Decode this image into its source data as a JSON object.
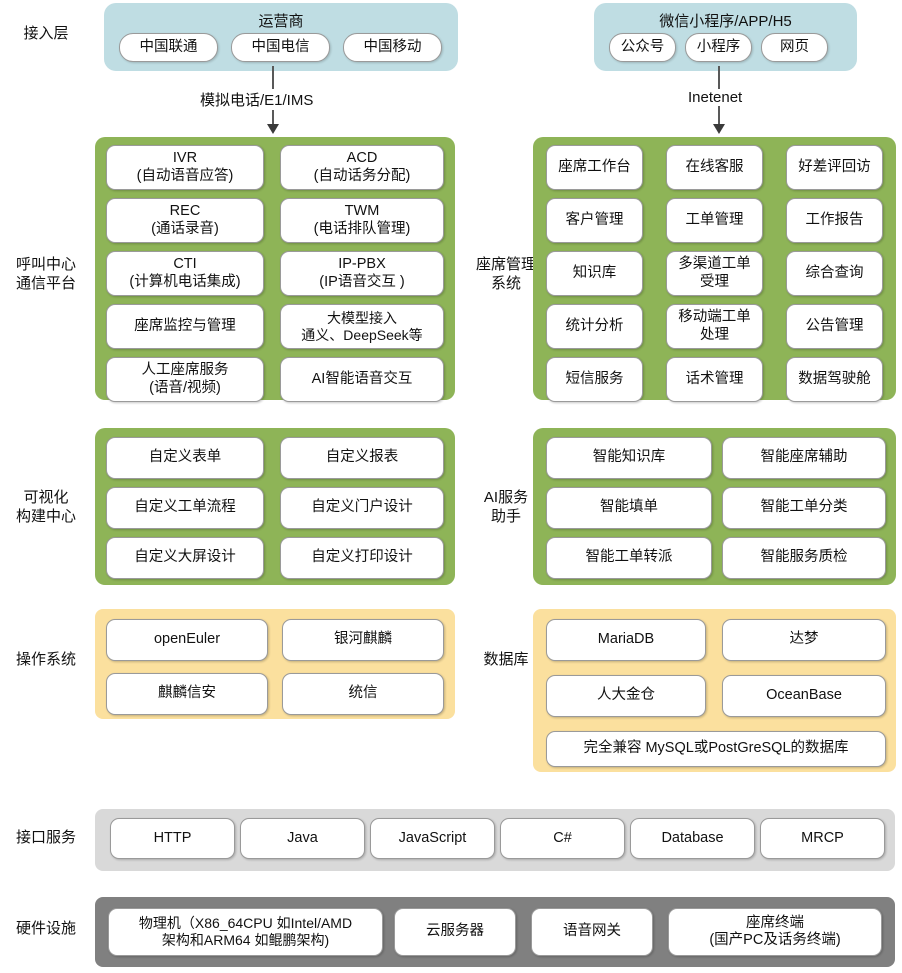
{
  "rows": {
    "access": {
      "label": "接入层"
    },
    "comms": {
      "label": "呼叫中心\n通信平台"
    },
    "seat": {
      "label": "座席管理\n系统"
    },
    "visual": {
      "label": "可视化\n构建中心"
    },
    "ai": {
      "label": "AI服务\n助手"
    },
    "os": {
      "label": "操作系统"
    },
    "db": {
      "label": "数据库"
    },
    "api": {
      "label": "接口服务"
    },
    "hardware": {
      "label": "硬件设施"
    }
  },
  "access_layer": {
    "carrier": {
      "title": "运营商",
      "items": [
        "中国联通",
        "中国电信",
        "中国移动"
      ]
    },
    "wechat": {
      "title": "微信小程序/APP/H5",
      "items": [
        "公众号",
        "小程序",
        "网页"
      ]
    }
  },
  "connectors": {
    "left": {
      "label": "模拟电话/E1/IMS"
    },
    "right": {
      "label": "Inetenet"
    }
  },
  "call_center_platform": {
    "items": [
      "IVR\n(自动语音应答)",
      "ACD\n(自动话务分配)",
      "REC\n(通话录音)",
      "TWM\n(电话排队管理)",
      "CTI\n(计算机电话集成)",
      "IP-PBX\n(IP语音交互 )",
      "座席监控与管理",
      "大模型接入\n通义、DeepSeek等",
      "人工座席服务\n(语音/视频)",
      "AI智能语音交互"
    ]
  },
  "seat_management": {
    "items": [
      "座席工作台",
      "在线客服",
      "好差评回访",
      "客户管理",
      "工单管理",
      "工作报告",
      "知识库",
      "多渠道工单\n受理",
      "综合查询",
      "统计分析",
      "移动端工单\n处理",
      "公告管理",
      "短信服务",
      "话术管理",
      "数据驾驶舱"
    ]
  },
  "visual_center": {
    "items": [
      "自定义表单",
      "自定义报表",
      "自定义工单流程",
      "自定义门户设计",
      "自定义大屏设计",
      "自定义打印设计"
    ]
  },
  "ai_assistant": {
    "items": [
      "智能知识库",
      "智能座席辅助",
      "智能填单",
      "智能工单分类",
      "智能工单转派",
      "智能服务质检"
    ]
  },
  "operating_system": {
    "items": [
      "openEuler",
      "银河麒麟",
      "麒麟信安",
      "统信"
    ]
  },
  "database": {
    "items": [
      "MariaDB",
      "达梦",
      "人大金仓",
      "OceanBase"
    ],
    "wide_item": "完全兼容 MySQL或PostGreSQL的数据库"
  },
  "interface_services": {
    "items": [
      "HTTP",
      "Java",
      "JavaScript",
      "C#",
      "Database",
      "MRCP"
    ]
  },
  "hardware_facility": {
    "items": [
      "物理机（X86_64CPU 如Intel/AMD\n架构和ARM64 如鲲鹏架构)",
      "云服务器",
      "语音网关",
      "座席终端\n(国产PC及话务终端)"
    ]
  },
  "colors": {
    "access_panel": "#BFDDE3",
    "platform_panel": "#8EB457",
    "infra_panel": "#FBE09E",
    "api_panel": "#D9D9D9",
    "hardware_panel": "#808080",
    "cell_background": "#FFFFFF",
    "cell_border": "#9A9A9A",
    "connector": "#595959"
  }
}
